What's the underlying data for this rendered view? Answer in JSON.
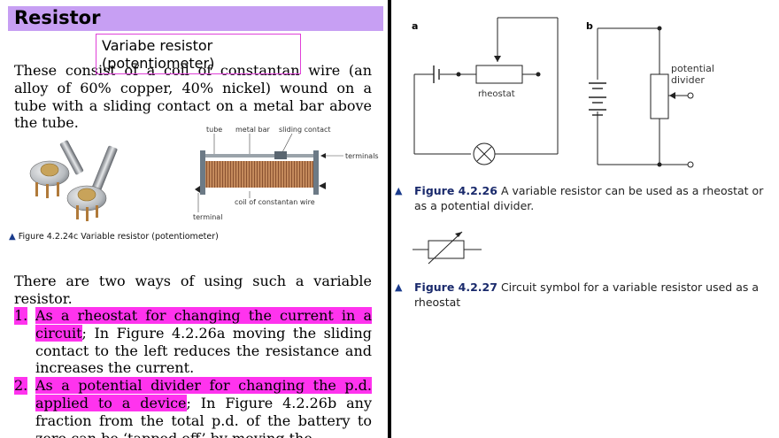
{
  "left": {
    "title": "Resistor",
    "label_box": "Variabe resistor (potentiometer)",
    "intro_text": "These consist of a coil of constantan wire (an alloy of 60% copper, 40% nickel) wound on a tube with a sliding contact on a metal bar above the tube.",
    "diagram_labels": {
      "tube": "tube",
      "metal_bar": "metal bar",
      "sliding_contact": "sliding contact",
      "terminals": "terminals",
      "coil": "coil of constantan wire",
      "terminal": "terminal"
    },
    "figure_caption": "Figure 4.2.24c Variable resistor (potentiometer)",
    "ways_text": "There are two ways of using such a variable resistor.",
    "list": [
      {
        "num": "1.",
        "highlight": "As a rheostat for changing the current in a circuit",
        "rest": "; In Figure 4.2.26a moving the sliding contact to the left  reduces the resistance and increases the current."
      },
      {
        "num": "2.",
        "highlight": "As a potential divider for changing the p.d. applied to a device",
        "rest": "; In Figure 4.2.26b any fraction from the total p.d. of the battery to zero can be ‘tapped off’ by moving the"
      }
    ],
    "colors": {
      "title_bg": "#c79ff3",
      "highlight": "#ff33ee",
      "label_border": "#e040d8"
    }
  },
  "right": {
    "panel_a": "a",
    "panel_b": "b",
    "rheostat_label": "rheostat",
    "potential_divider_label": "potential divider",
    "pd_line1": "potential",
    "pd_line2": "divider",
    "caption_426_fig": "Figure 4.2.26",
    "caption_426_text": "A variable resistor can be used as a rheostat or as a potential divider.",
    "caption_427_fig": "Figure 4.2.27",
    "caption_427_text": "Circuit symbol for a variable resistor used as a rheostat"
  },
  "icons": [
    "triangle-bullet-icon",
    "lamp-icon",
    "battery-icon",
    "resistor-icon"
  ]
}
